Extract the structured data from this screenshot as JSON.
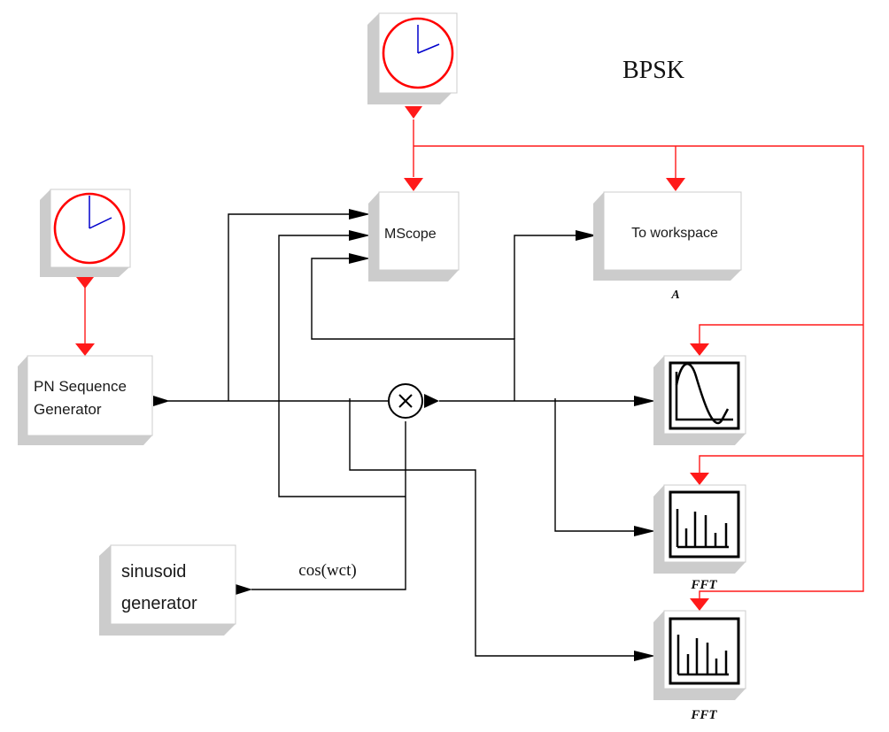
{
  "title": "BPSK",
  "colors": {
    "activation_wire": "#ff1a1a",
    "data_wire": "#000000",
    "block_face": "#ffffff",
    "block_shadow": "#cccccc",
    "clock_circle": "#ff0000",
    "clock_hands": "#0000cc"
  },
  "blocks": {
    "clock_top": {
      "icon": "clock-icon"
    },
    "clock_left": {
      "icon": "clock-icon"
    },
    "pn_generator": {
      "line1": "PN Sequence",
      "line2": "Generator"
    },
    "mscope": {
      "label": "MScope"
    },
    "to_workspace": {
      "label": "To workspace",
      "sublabel": "A"
    },
    "multiplier": {
      "icon": "multiply-icon"
    },
    "scope": {
      "icon": "scope-sine-icon"
    },
    "fft1": {
      "icon": "spectrum-bars-icon",
      "sublabel": "FFT"
    },
    "fft2": {
      "icon": "spectrum-bars-icon",
      "sublabel": "FFT"
    },
    "sinusoid": {
      "line1": "sinusoid",
      "line2": "generator"
    }
  },
  "annotations": {
    "carrier_label": "cos(wct)"
  }
}
